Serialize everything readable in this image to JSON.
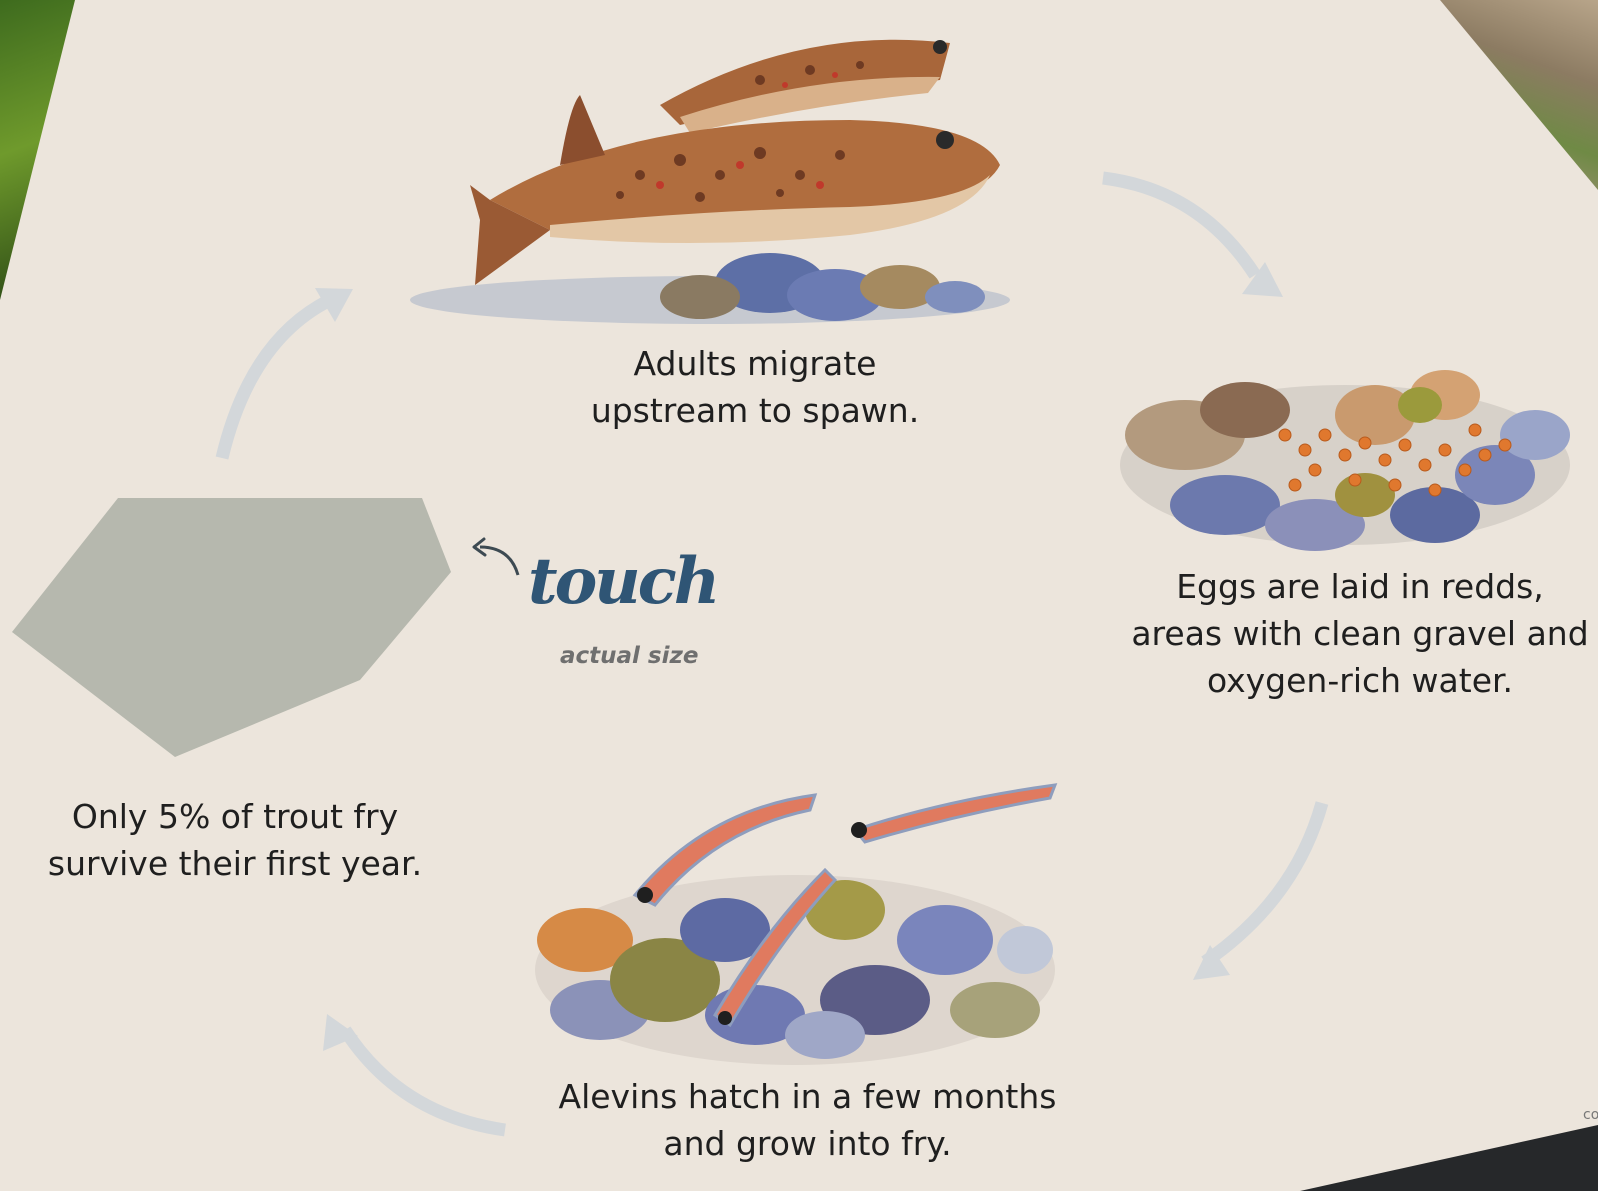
{
  "lifecycle": {
    "stages": [
      {
        "id": "adults",
        "caption_lines": [
          "Adults migrate",
          "upstream to spawn."
        ],
        "icon": "spawning-trout-illustration"
      },
      {
        "id": "eggs",
        "caption_lines": [
          "Eggs are laid in redds,",
          "areas with clean gravel and",
          "oxygen-rich water."
        ],
        "icon": "trout-eggs-gravel-illustration"
      },
      {
        "id": "alevins",
        "caption_lines": [
          "Alevins hatch in a few months",
          "and grow into fry."
        ],
        "icon": "alevins-in-gravel-illustration"
      },
      {
        "id": "fry",
        "caption_lines": [
          "Only 5% of trout fry",
          "survive their first year."
        ],
        "icon": "fry-touch-shape"
      }
    ],
    "touch": {
      "word": "touch",
      "subtitle": "actual size"
    },
    "corner_text": "co"
  },
  "colors": {
    "panel": "#ece5dc",
    "arrow": "#d3d7da",
    "touch_shape": "#b6b8ae",
    "touch_text": "#2f5575",
    "trout_body": "#a8663a",
    "egg": "#e0782e",
    "stone_blue": "#6a78ad"
  }
}
